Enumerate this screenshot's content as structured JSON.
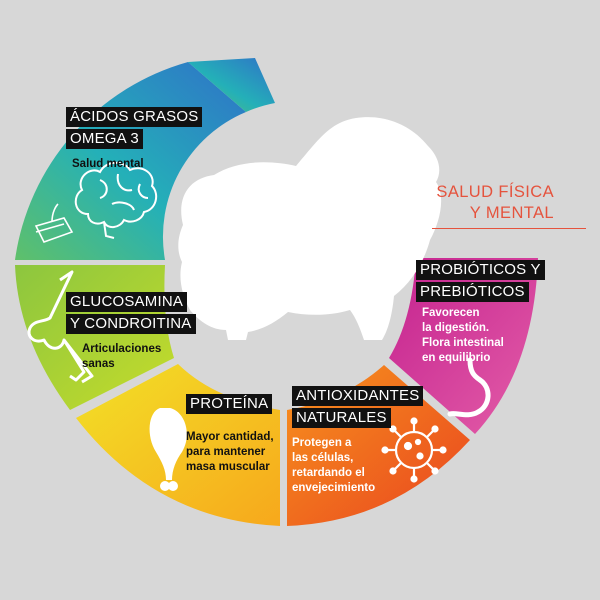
{
  "title": "SALUD FÍSICA\nY MENTAL",
  "colors": {
    "background": "#d7d7d7",
    "title": "#e5533d",
    "tag_bg": "#111111",
    "icon": "#ffffff"
  },
  "segments": [
    {
      "id": "omega3",
      "tag_lines": [
        "ÁCIDOS GRASOS",
        "OMEGA 3"
      ],
      "desc": "Salud mental",
      "icons": [
        "skin-icon",
        "brain-icon"
      ]
    },
    {
      "id": "glucosamina",
      "tag_lines": [
        "GLUCOSAMINA",
        "Y CONDROITINA"
      ],
      "desc": "Articulaciones\nsanas",
      "icons": [
        "knee-joint-icon"
      ]
    },
    {
      "id": "proteina",
      "tag_lines": [
        "PROTEÍNA"
      ],
      "desc": "Mayor cantidad,\npara mantener\nmasa muscular",
      "icons": [
        "drumstick-icon"
      ]
    },
    {
      "id": "antioxidantes",
      "tag_lines": [
        "ANTIOXIDANTES",
        "NATURALES"
      ],
      "desc": "Protegen a\nlas células,\nretardando el\nenvejecimiento",
      "icons": [
        "virus-cell-icon"
      ]
    },
    {
      "id": "probioticos",
      "tag_lines": [
        "PROBIÓTICOS Y",
        "PREBIÓTICOS"
      ],
      "desc": "Favorecen\nla digestión.\nFlora intestinal\nen equilibrio",
      "icons": [
        "stomach-icon"
      ]
    }
  ],
  "center_image": "dog-silhouette-icon"
}
